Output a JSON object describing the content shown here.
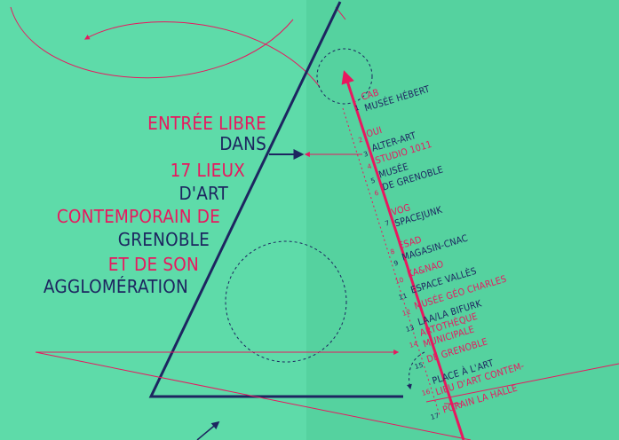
{
  "headline": [
    {
      "text": "ENTRÉE LIBRE",
      "color": "#e8185f"
    },
    {
      "text": "DANS",
      "color": "#1d2560"
    },
    {
      "text": "17 LIEUX",
      "color": "#e8185f"
    },
    {
      "text": "D'ART",
      "color": "#1d2560"
    },
    {
      "text": "CONTEMPORAIN DE",
      "color": "#e8185f"
    },
    {
      "text": "GRENOBLE",
      "color": "#1d2560"
    },
    {
      "text": "ET DE SON",
      "color": "#e8185f"
    },
    {
      "text": "AGGLOMÉRATION",
      "color": "#1d2560"
    }
  ],
  "venues": [
    {
      "num": "1",
      "lines": [
        "CAB",
        "MUSÉE HÉBERT"
      ],
      "colors": [
        "#e8185f",
        "#1d2560"
      ]
    },
    {
      "num": "2",
      "lines": [
        "OUI"
      ],
      "colors": [
        "#e8185f"
      ]
    },
    {
      "num": "3",
      "lines": [
        "ALTER-ART"
      ],
      "colors": [
        "#1d2560"
      ]
    },
    {
      "num": "4",
      "lines": [
        "STUDIO 1011"
      ],
      "colors": [
        "#e8185f"
      ]
    },
    {
      "num": "5",
      "lines": [
        "MUSÉE"
      ],
      "colors": [
        "#1d2560"
      ]
    },
    {
      "num": "6",
      "lines": [
        "DE GRENOBLE"
      ],
      "colors": [
        "#1d2560"
      ]
    },
    {
      "num": "7",
      "lines": [
        "VOG",
        "SPACEJUNK"
      ],
      "colors": [
        "#e8185f",
        "#1d2560"
      ]
    },
    {
      "num": "8",
      "lines": [
        "ESAD"
      ],
      "colors": [
        "#e8185f"
      ]
    },
    {
      "num": "9",
      "lines": [
        "MAGASIN-CNAC"
      ],
      "colors": [
        "#1d2560"
      ]
    },
    {
      "num": "10",
      "lines": [
        "KA&NAO"
      ],
      "colors": [
        "#e8185f"
      ]
    },
    {
      "num": "11",
      "lines": [
        "ESPACE VALLÈS"
      ],
      "colors": [
        "#1d2560"
      ]
    },
    {
      "num": "12",
      "lines": [
        "MUSÉE GÉO CHARLES"
      ],
      "colors": [
        "#e8185f"
      ]
    },
    {
      "num": "13",
      "lines": [
        "LAA/LA BIFURK"
      ],
      "colors": [
        "#1d2560"
      ]
    },
    {
      "num": "14",
      "lines": [
        "ARTOTHÈQUE",
        "MUNICIPALE"
      ],
      "colors": [
        "#e8185f",
        "#e8185f"
      ]
    },
    {
      "num": "15",
      "lines": [
        "DE GRENOBLE"
      ],
      "colors": [
        "#e8185f"
      ]
    },
    {
      "num": "16",
      "lines": [
        "PLACE À L'ART",
        "LIEU D'ART CONTEM-"
      ],
      "colors": [
        "#1d2560",
        "#e8185f"
      ]
    },
    {
      "num": "17",
      "lines": [
        "PORAIN LA HALLE"
      ],
      "colors": [
        "#e8185f"
      ]
    }
  ],
  "colors": {
    "background": "#5edba9",
    "spine_shade": "#54cf9e",
    "pink": "#e8185f",
    "navy": "#1d2560"
  }
}
